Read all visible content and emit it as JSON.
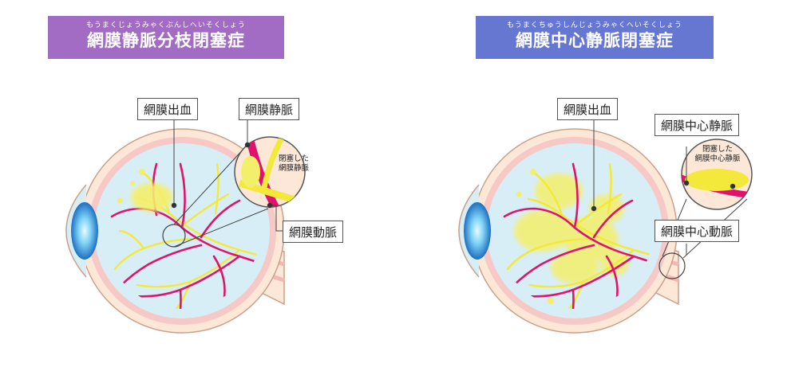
{
  "left": {
    "title_ruby": "もうまくじょうみゃくぶんしへいそくしょう",
    "title": "網膜静脈分枝閉塞症",
    "label_hemorrhage": "網膜出血",
    "label_vein": "網膜静脈",
    "label_artery": "網膜動脈",
    "zoom_text": "閉塞した\n網膜静脈"
  },
  "right": {
    "title_ruby": "もうまくちゅうしんじょうみゃくへいそくしょう",
    "title": "網膜中心静脈閉塞症",
    "label_hemorrhage": "網膜出血",
    "label_vein": "網膜中心静脈",
    "label_artery": "網膜中心動脈",
    "zoom_text": "閉塞した\n網膜中心静脈"
  },
  "colors": {
    "artery": "#e0126b",
    "vein": "#f2e93a",
    "hemorrhage": "#f4ef6a",
    "retina": "#f6c9c6",
    "eyeball": "#d8eef7",
    "sclera": "#fde8d8",
    "left_title_bg": "#a36cc4",
    "right_title_bg": "#6677d2"
  }
}
